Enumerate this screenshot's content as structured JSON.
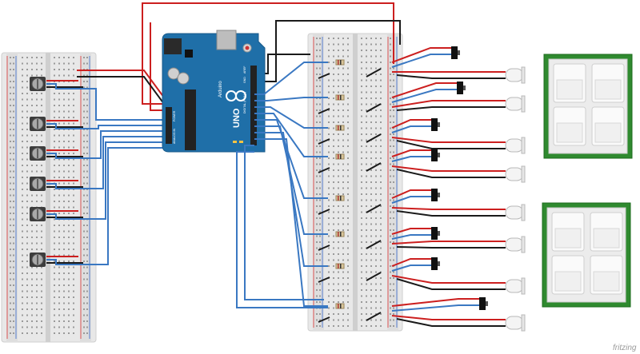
{
  "diagram": {
    "board": {
      "brand_text": "Arduino",
      "model_text": "UNO",
      "small_labels": [
        "DIGITAL (PWM~)",
        "ANALOG IN",
        "POWER",
        "AREF",
        "GND"
      ]
    },
    "watermark": "fritzing",
    "components": {
      "potentiometers": 6,
      "slide_switches": 8,
      "leds": 8,
      "button_pads": 2
    },
    "wire_colors": {
      "signal": "#3a78c2",
      "power": "#cc1f1f",
      "ground": "#1a1a1a",
      "board": "#1f6fa8",
      "pcb": "#2f8a2f"
    }
  }
}
